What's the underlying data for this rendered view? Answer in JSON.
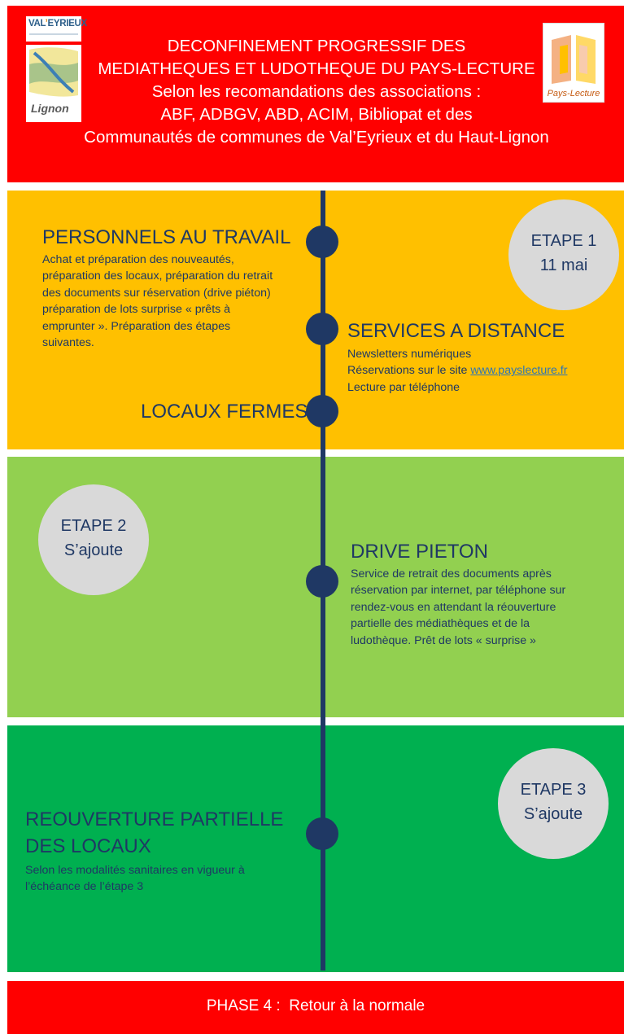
{
  "header": {
    "lines": [
      "DECONFINEMENT PROGRESSIF DES",
      "MEDIATHEQUES ET LUDOTHEQUE DU PAYS-LECTURE",
      "Selon les recomandations des associations :",
      "ABF, ADBGV, ABD, ACIM, Bibliopat et des",
      "Communautés de communes de Val’Eyrieux et du Haut-Lignon"
    ],
    "logo_valeyrieux": {
      "prefix": "VAL",
      "accent": "’",
      "suffix": "EYRIEUX"
    },
    "logo_lignon": "Lignon",
    "logo_pays_lecture": "Pays-Lecture"
  },
  "stage1": {
    "circle": {
      "line1": "ETAPE 1",
      "line2": "11 mai"
    },
    "personnel": {
      "title": "PERSONNELS AU TRAVAIL",
      "lines": [
        "Achat et préparation des nouveautés,",
        "préparation des locaux, préparation du retrait",
        "des  documents sur réservation (drive piéton)",
        "préparation de lots surprise « prêts à",
        "emprunter ». Préparation des étapes",
        "suivantes."
      ]
    },
    "services": {
      "title": "SERVICES A DISTANCE",
      "line1": "Newsletters numériques",
      "line2_prefix": "Réservations sur le site ",
      "line2_link": "www.payslecture.fr",
      "line3": "Lecture par téléphone"
    },
    "locaux": {
      "title": "LOCAUX FERMES"
    }
  },
  "stage2": {
    "circle": {
      "line1": "ETAPE 2",
      "line2": "S’ajoute"
    },
    "drive": {
      "title": "DRIVE PIETON",
      "lines": [
        "Service de retrait des documents après",
        "réservation par internet, par téléphone sur",
        "rendez-vous en attendant la réouverture",
        "partielle des médiathèques et de la",
        "ludothèque. Prêt de lots « surprise »"
      ]
    }
  },
  "stage3": {
    "circle": {
      "line1": "ETAPE 3",
      "line2": "S’ajoute"
    },
    "reouverture": {
      "title_line1": "REOUVERTURE PARTIELLE",
      "title_line2": "DES LOCAUX",
      "lines": [
        "Selon les modalités sanitaires en vigueur à",
        "l’échéance de l’étape 3"
      ]
    }
  },
  "footer": {
    "text": "PHASE 4 :  Retour à la normale"
  },
  "colors": {
    "header_red": "#ff0000",
    "stage1_yellow": "#ffc000",
    "stage2_light_green": "#92d050",
    "stage3_green": "#00b050",
    "navy": "#1f3864",
    "circle_gray": "#d9d9d9",
    "link_blue": "#2e75b6"
  }
}
